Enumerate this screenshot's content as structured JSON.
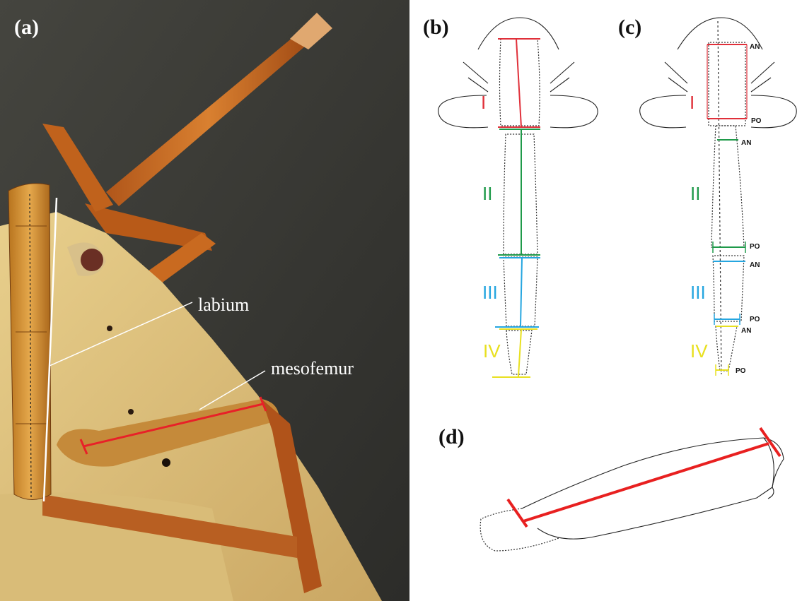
{
  "panels": {
    "a": {
      "label": "(a)",
      "callouts": {
        "labium": "labium",
        "mesofemur": "mesofemur"
      }
    },
    "b": {
      "label": "(b)",
      "segments": [
        "I",
        "II",
        "III",
        "IV"
      ]
    },
    "c": {
      "label": "(c)",
      "segments": [
        "I",
        "II",
        "III",
        "IV"
      ],
      "tags": {
        "an": "AN",
        "po": "PO"
      }
    },
    "d": {
      "label": "(d)"
    }
  },
  "colors": {
    "segment_I": "#e0303a",
    "segment_II": "#1f9a4a",
    "segment_III": "#26a6e0",
    "segment_IV": "#e8e020",
    "measure_line": "#e82020",
    "photo_background": "#3a3a36"
  }
}
